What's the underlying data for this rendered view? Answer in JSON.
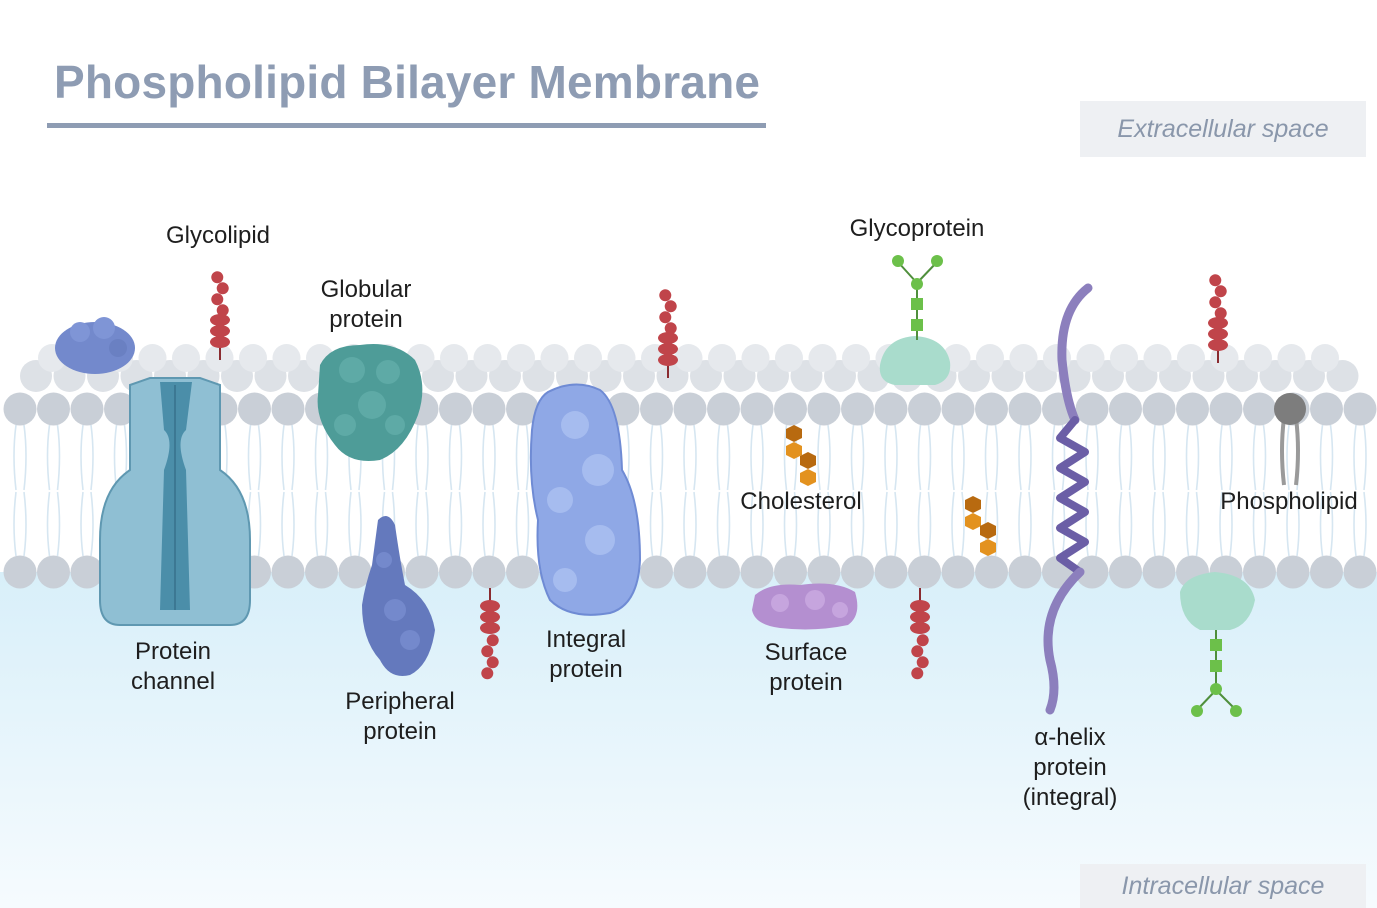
{
  "title": "Phospholipid Bilayer Membrane",
  "regions": {
    "extracellular": "Extracellular space",
    "intracellular": "Intracellular space"
  },
  "labels": {
    "glycolipid": "Glycolipid",
    "globular_protein": "Globular\nprotein",
    "glycoprotein": "Glycoprotein",
    "cholesterol": "Cholesterol",
    "phospholipid": "Phospholipid",
    "protein_channel": "Protein\nchannel",
    "peripheral_protein": "Peripheral\nprotein",
    "integral_protein": "Integral\nprotein",
    "surface_protein": "Surface\nprotein",
    "alpha_helix_protein": "α-helix\nprotein\n(integral)"
  },
  "colors": {
    "title": "#8e9cb3",
    "lipid_head": "#c9cfd7",
    "lipid_tail": "#e3edf5",
    "cytoplasm": "#dff2fb",
    "channel": "#8fbfd3",
    "channel_pore": "#4b8ea9",
    "globular": "#4e9c98",
    "integral": "#8fa8e6",
    "peripheral": "#6479bd",
    "surface": "#b48fd0",
    "glycoprotein_body": "#a9dccc",
    "sugar_chain": "#c0444a",
    "sugar_green": "#6cc04a",
    "cholesterol": "#e3921f",
    "helix": "#8c7fbd",
    "phospholipid_head": "#7d7d7d"
  },
  "icons": [
    "glycolipid-icon",
    "protein-channel-icon",
    "globular-protein-icon",
    "peripheral-protein-icon",
    "integral-protein-icon",
    "surface-protein-icon",
    "glycoprotein-icon",
    "cholesterol-icon",
    "alpha-helix-icon",
    "phospholipid-icon"
  ]
}
